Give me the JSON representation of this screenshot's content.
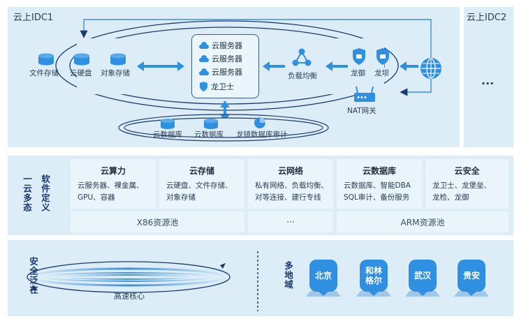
{
  "idc1": {
    "title": "云上IDC1",
    "storage": [
      "文件存储",
      "云硬盘",
      "对象存储"
    ],
    "servers": [
      "云服务器",
      "云服务器",
      "云服务器"
    ],
    "guard": "龙卫士",
    "load_balancer": "负载均衡",
    "security": [
      "龙御",
      "龙坝"
    ],
    "nat": "NAT网关",
    "databases": [
      "云数据库",
      "云数据库",
      "龙镜数据库审计"
    ]
  },
  "idc2": {
    "title": "云上IDC2",
    "more": "···"
  },
  "middle": {
    "label_left": "一云多态",
    "label_right": "软件定义",
    "cards": [
      {
        "title": "云算力",
        "lines": [
          "云服务器、裸金属、",
          "GPU、容器"
        ]
      },
      {
        "title": "云存储",
        "lines": [
          "云硬盘、文件存储、",
          "对象存储"
        ]
      },
      {
        "title": "云网络",
        "lines": [
          "私有网络、负载均衡、",
          "对等连接、建行专线"
        ]
      },
      {
        "title": "云数据库",
        "lines": [
          "云数据库、智能DBA",
          "SQL审计、备份服务"
        ]
      },
      {
        "title": "云安全",
        "lines": [
          "龙卫士、龙堡垒、",
          "龙检、龙御"
        ]
      }
    ],
    "pools": [
      "X86资源池",
      "···",
      "ARM资源池"
    ]
  },
  "bottom": {
    "label_left": "安全泛在",
    "core": "高速核心",
    "label_right": "多地域",
    "regions": [
      "北京",
      "和林格尔",
      "武汉",
      "贵安"
    ]
  },
  "colors": {
    "panel": "#dcedf8",
    "card": "#e9f4fb",
    "accent": "#2f8fe0",
    "dark": "#1b3a6b"
  }
}
